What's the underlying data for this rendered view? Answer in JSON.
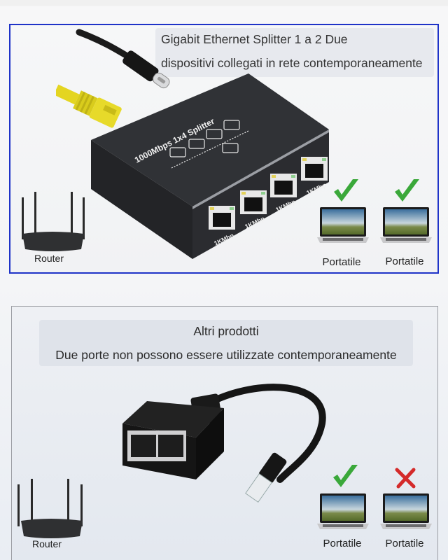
{
  "top_panel": {
    "caption": {
      "line1": "Gigabit Ethernet Splitter 1 a 2 Due",
      "line2": "dispositivi collegati in rete contemporaneamente"
    },
    "product": {
      "name": "1000Mbps 1x4 Splitter",
      "port_labels": [
        "1KMbp",
        "1KMbp",
        "1KMbp",
        "1KMbp"
      ],
      "cables": [
        "usb-c-cable",
        "yellow-ethernet-cable"
      ]
    },
    "router_label": "Router",
    "devices": [
      {
        "label": "Portatile",
        "status": "check"
      },
      {
        "label": "Portatile",
        "status": "check"
      }
    ],
    "border_color": "#1f33c8"
  },
  "bottom_panel": {
    "caption": {
      "line1": "Altri prodotti",
      "line2": "Due porte non possono essere utilizzate contemporaneamente"
    },
    "product": {
      "name": "RJ45 1-to-2 adapter cable"
    },
    "router_label": "Router",
    "devices": [
      {
        "label": "Portatile",
        "status": "check"
      },
      {
        "label": "Portatile",
        "status": "cross"
      }
    ]
  },
  "colors": {
    "check": "#3aa83a",
    "cross": "#d42a2a",
    "device_body": "#2b2c2e",
    "cable_yellow": "#e4d521"
  }
}
